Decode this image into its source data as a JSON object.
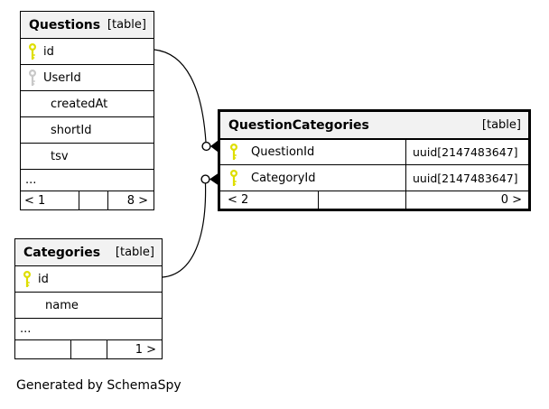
{
  "diagram": {
    "generator_note": "Generated by SchemaSpy"
  },
  "colors": {
    "primary_key": "#dede00",
    "foreign_key": "#c8c8c8",
    "header_bg": "#f2f2f2",
    "line": "#000000"
  },
  "tables": {
    "questions": {
      "name": "Questions",
      "tag": "[table]",
      "columns": [
        {
          "name": "id"
        },
        {
          "name": "UserId"
        },
        {
          "name": "createdAt"
        },
        {
          "name": "shortId"
        },
        {
          "name": "tsv"
        }
      ],
      "more_columns": "...",
      "footer": {
        "left": "< 1",
        "middle": "",
        "right": "8 >"
      }
    },
    "question_categories": {
      "name": "QuestionCategories",
      "tag": "[table]",
      "columns": [
        {
          "name": "QuestionId",
          "type": "uuid[2147483647]"
        },
        {
          "name": "CategoryId",
          "type": "uuid[2147483647]"
        }
      ],
      "footer": {
        "left": "< 2",
        "middle": "",
        "right": "0 >"
      }
    },
    "categories": {
      "name": "Categories",
      "tag": "[table]",
      "columns": [
        {
          "name": "id"
        },
        {
          "name": "name"
        }
      ],
      "more_columns": "...",
      "footer": {
        "left": "",
        "middle": "",
        "right": "1 >"
      }
    }
  }
}
